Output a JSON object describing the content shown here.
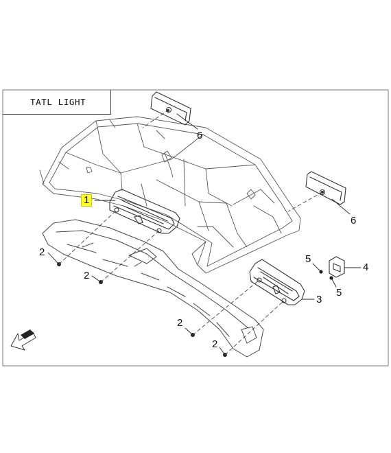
{
  "diagram": {
    "title": "TATL LIGHT",
    "callouts": [
      {
        "id": "1",
        "label": "1",
        "highlighted": true
      },
      {
        "id": "2a",
        "label": "2"
      },
      {
        "id": "2b",
        "label": "2"
      },
      {
        "id": "2c",
        "label": "2"
      },
      {
        "id": "2d",
        "label": "2"
      },
      {
        "id": "3",
        "label": "3"
      },
      {
        "id": "4",
        "label": "4"
      },
      {
        "id": "5a",
        "label": "5"
      },
      {
        "id": "5b",
        "label": "5"
      },
      {
        "id": "6a",
        "label": "6"
      },
      {
        "id": "6b",
        "label": "6"
      }
    ],
    "colors": {
      "line": "#3a3a3a",
      "frame": "#777777",
      "highlight": "#ffff2a"
    },
    "icons": [
      "front-direction-arrow-icon"
    ]
  }
}
